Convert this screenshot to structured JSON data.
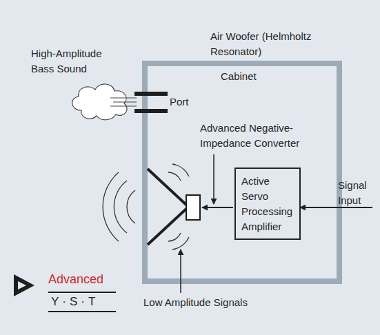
{
  "diagram": {
    "nodes": [
      {
        "text": [
          "Air Woofer (Helmholtz Resonator)",
          "Cabinet"
        ]
      },
      {
        "text": [
          "Active Servo Processing Amplifier"
        ],
        "in": 0
      }
    ],
    "labels": [
      "High-Amplitude Bass Sound",
      "Port",
      "Advanced Negative-Impedance Converter",
      "Signal Input",
      "Low Amplitude Signals",
      "Advanced",
      "Y·S·T"
    ]
  }
}
